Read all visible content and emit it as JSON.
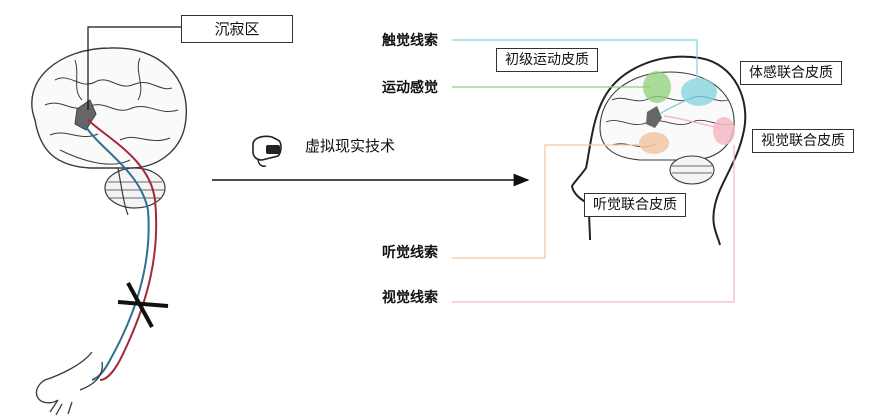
{
  "labels": {
    "silent_zone": "沉寂区",
    "vr_tech": "虚拟现实技术",
    "touch_cue": "触觉线索",
    "motor_sense": "运动感觉",
    "auditory_cue": "听觉线索",
    "visual_cue": "视觉线索",
    "primary_motor_cortex": "初级运动皮质",
    "somatosensory_assoc_cortex": "体感联合皮质",
    "visual_assoc_cortex": "视觉联合皮质",
    "auditory_assoc_cortex": "听觉联合皮质"
  },
  "colors": {
    "touch": "#7fd3dc",
    "motor": "#8fd07a",
    "auditory": "#f2c6a6",
    "visual": "#f3b8c2",
    "nerve_red": "#a3293d",
    "nerve_blue": "#2f6f8f",
    "silent_zone": "#666666"
  }
}
